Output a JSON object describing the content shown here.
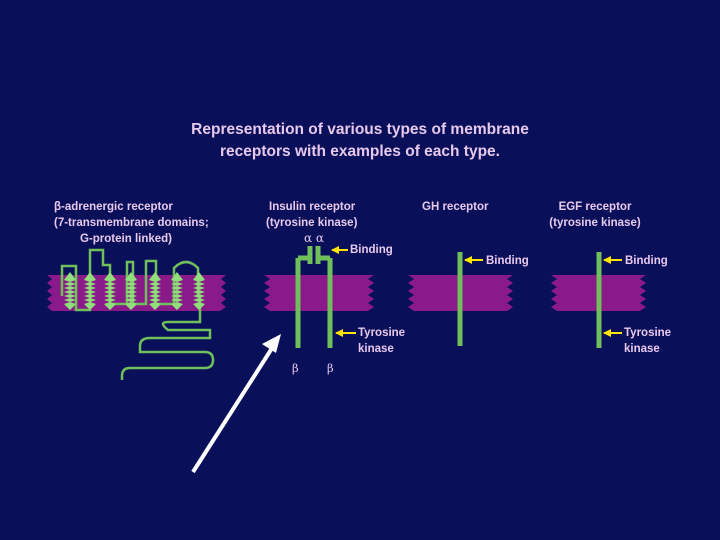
{
  "title": {
    "line1": "Representation of various types of membrane",
    "line2": "receptors with examples of each type."
  },
  "receptors": {
    "beta_adrenergic": {
      "name": "β-adrenergic receptor",
      "line2": "(7-transmembrane domains;",
      "line3": "G-protein linked)"
    },
    "insulin": {
      "name": "Insulin receptor",
      "line2": "(tyrosine kinase)",
      "alpha": "α α",
      "binding": "Binding",
      "kinase1": "Tyrosine",
      "kinase2": "kinase",
      "beta_left": "β",
      "beta_right": "β"
    },
    "gh": {
      "name": "GH receptor",
      "binding": "Binding"
    },
    "egf": {
      "name": "EGF receptor",
      "line2": "(tyrosine kinase)",
      "binding": "Binding",
      "kinase1": "Tyrosine",
      "kinase2": "kinase"
    }
  },
  "colors": {
    "background": "#0a0f5a",
    "membrane": "#8a1a8a",
    "receptor": "#6fbf5a",
    "helix": "#8fe07a",
    "arrow": "#ffe600",
    "text": "#e8c9ec",
    "pointer": "#ffffff"
  }
}
